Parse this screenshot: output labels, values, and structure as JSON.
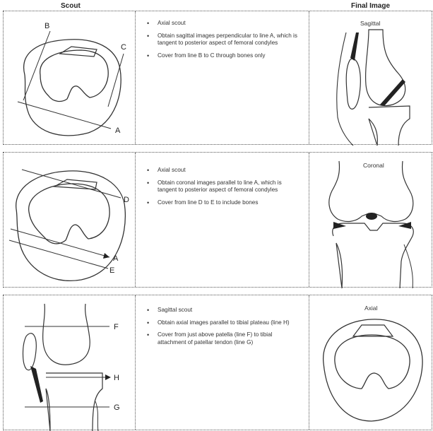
{
  "headers": {
    "scout": "Scout",
    "final": "Final Image"
  },
  "rows": [
    {
      "steps": [
        "Axial scout",
        "Obtain sagittal images perpendicular to line A, which is tangent to posterior aspect of femoral condyles",
        "Cover from line B to C through bones only"
      ],
      "labels": {
        "a": "A",
        "b": "B",
        "c": "C"
      },
      "final_title": "Sagittal"
    },
    {
      "steps": [
        "Axial scout",
        "Obtain coronal images parallel to line A, which is tangent to posterior aspect of femoral condyles",
        "Cover from line D to E to include bones"
      ],
      "labels": {
        "a": "A",
        "d": "D",
        "e": "E"
      },
      "final_title": "Coronal"
    },
    {
      "steps": [
        "Sagittal scout",
        "Obtain axial images parallel to tibial plateau (line H)",
        "Cover from just above patella (line F) to tibial attachment of patellar tendon (line G)"
      ],
      "labels": {
        "f": "F",
        "h": "H",
        "g": "G"
      },
      "final_title": "Axial"
    }
  ]
}
